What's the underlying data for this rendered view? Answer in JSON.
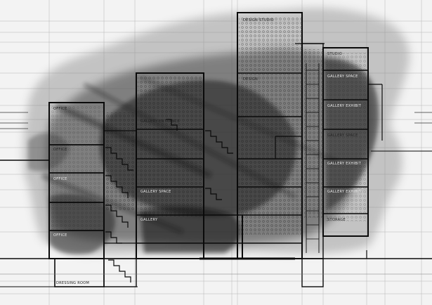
{
  "drawing": {
    "labels": {
      "design_studio": "DESIGN STUDIO",
      "design": "DESIGN",
      "office_top": "OFFICE",
      "office_mid": "OFFICE",
      "office_low": "OFFICE",
      "office_base": "OFFICE",
      "gallery_1": "GALLERY ENTRANCE",
      "gallery_2": "GALLERY SPACE",
      "gallery_3": "GALLERY",
      "right_1": "STUDIO",
      "right_2": "GALLERY SPACE",
      "right_3": "GALLERY EXHIBIT",
      "right_4": "GALLERY SPACE",
      "right_5": "GALLERY EXHIBIT",
      "right_6": "GALLERY EXHIBIT",
      "right_7": "STORAGE",
      "dressing_room": "DRESSING ROOM"
    }
  }
}
